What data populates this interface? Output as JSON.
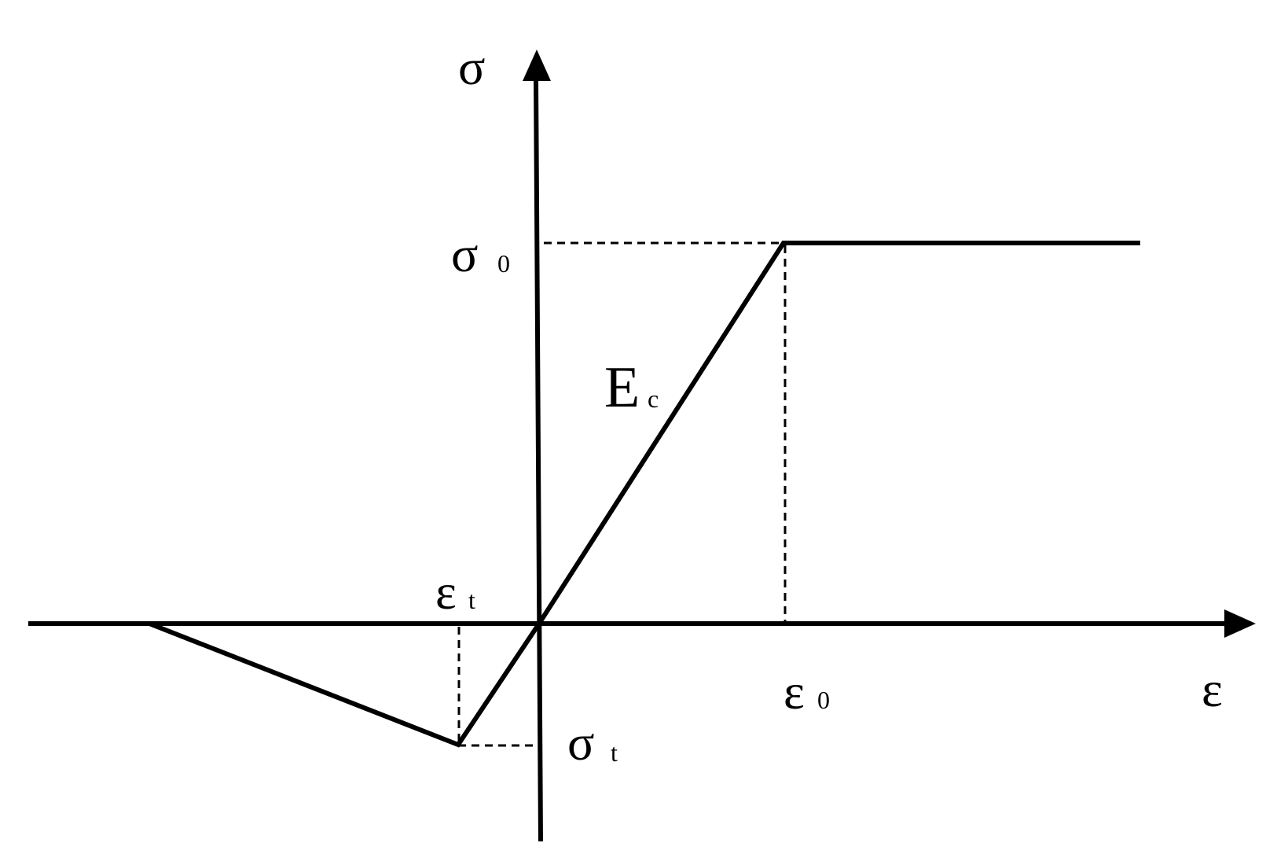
{
  "colors": {
    "line": "#000000",
    "background": "#ffffff"
  },
  "labels": {
    "y_axis": "σ",
    "x_axis": "ε",
    "sigma0": {
      "main": "σ",
      "sub": "0"
    },
    "epsilon0": {
      "main": "ε",
      "sub": "0"
    },
    "epsilon_t": {
      "main": "ε",
      "sub": "t"
    },
    "sigma_t": {
      "main": "σ",
      "sub": "t"
    },
    "modulus": {
      "main": "E",
      "sub": "c"
    }
  }
}
